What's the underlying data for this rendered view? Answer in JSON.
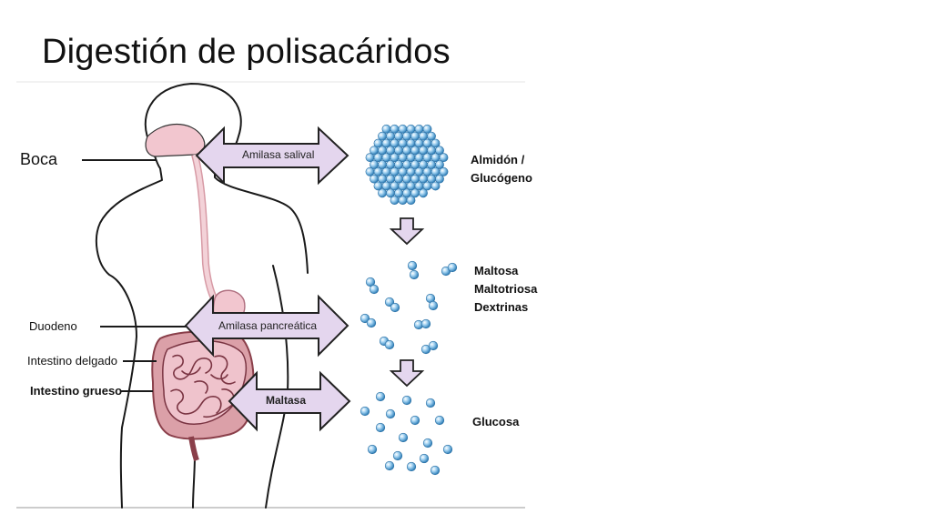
{
  "title": "Digestión de polisacáridos",
  "organs": {
    "mouth": "Boca",
    "duodenum": "Duodeno",
    "small_intestine": "Intestino delgado",
    "large_intestine": "Intestino grueso"
  },
  "enzymes": {
    "salivary": "Amilasa salival",
    "pancreatic": "Amilasa pancreática",
    "maltase": "Maltasa"
  },
  "molecules": {
    "polysaccharide_line1": "Almidón /",
    "polysaccharide_line2": "Glucógeno",
    "oligo_1": "Maltosa",
    "oligo_2": "Maltotriosa",
    "oligo_3": "Dextrinas",
    "mono": "Glucosa"
  },
  "colors": {
    "arrow_fill": "#e4d6ee",
    "arrow_stroke": "#222222",
    "body_pink": "#f2c6cf",
    "intestine": "#dba0a8",
    "sphere": "#5aa6d8"
  }
}
